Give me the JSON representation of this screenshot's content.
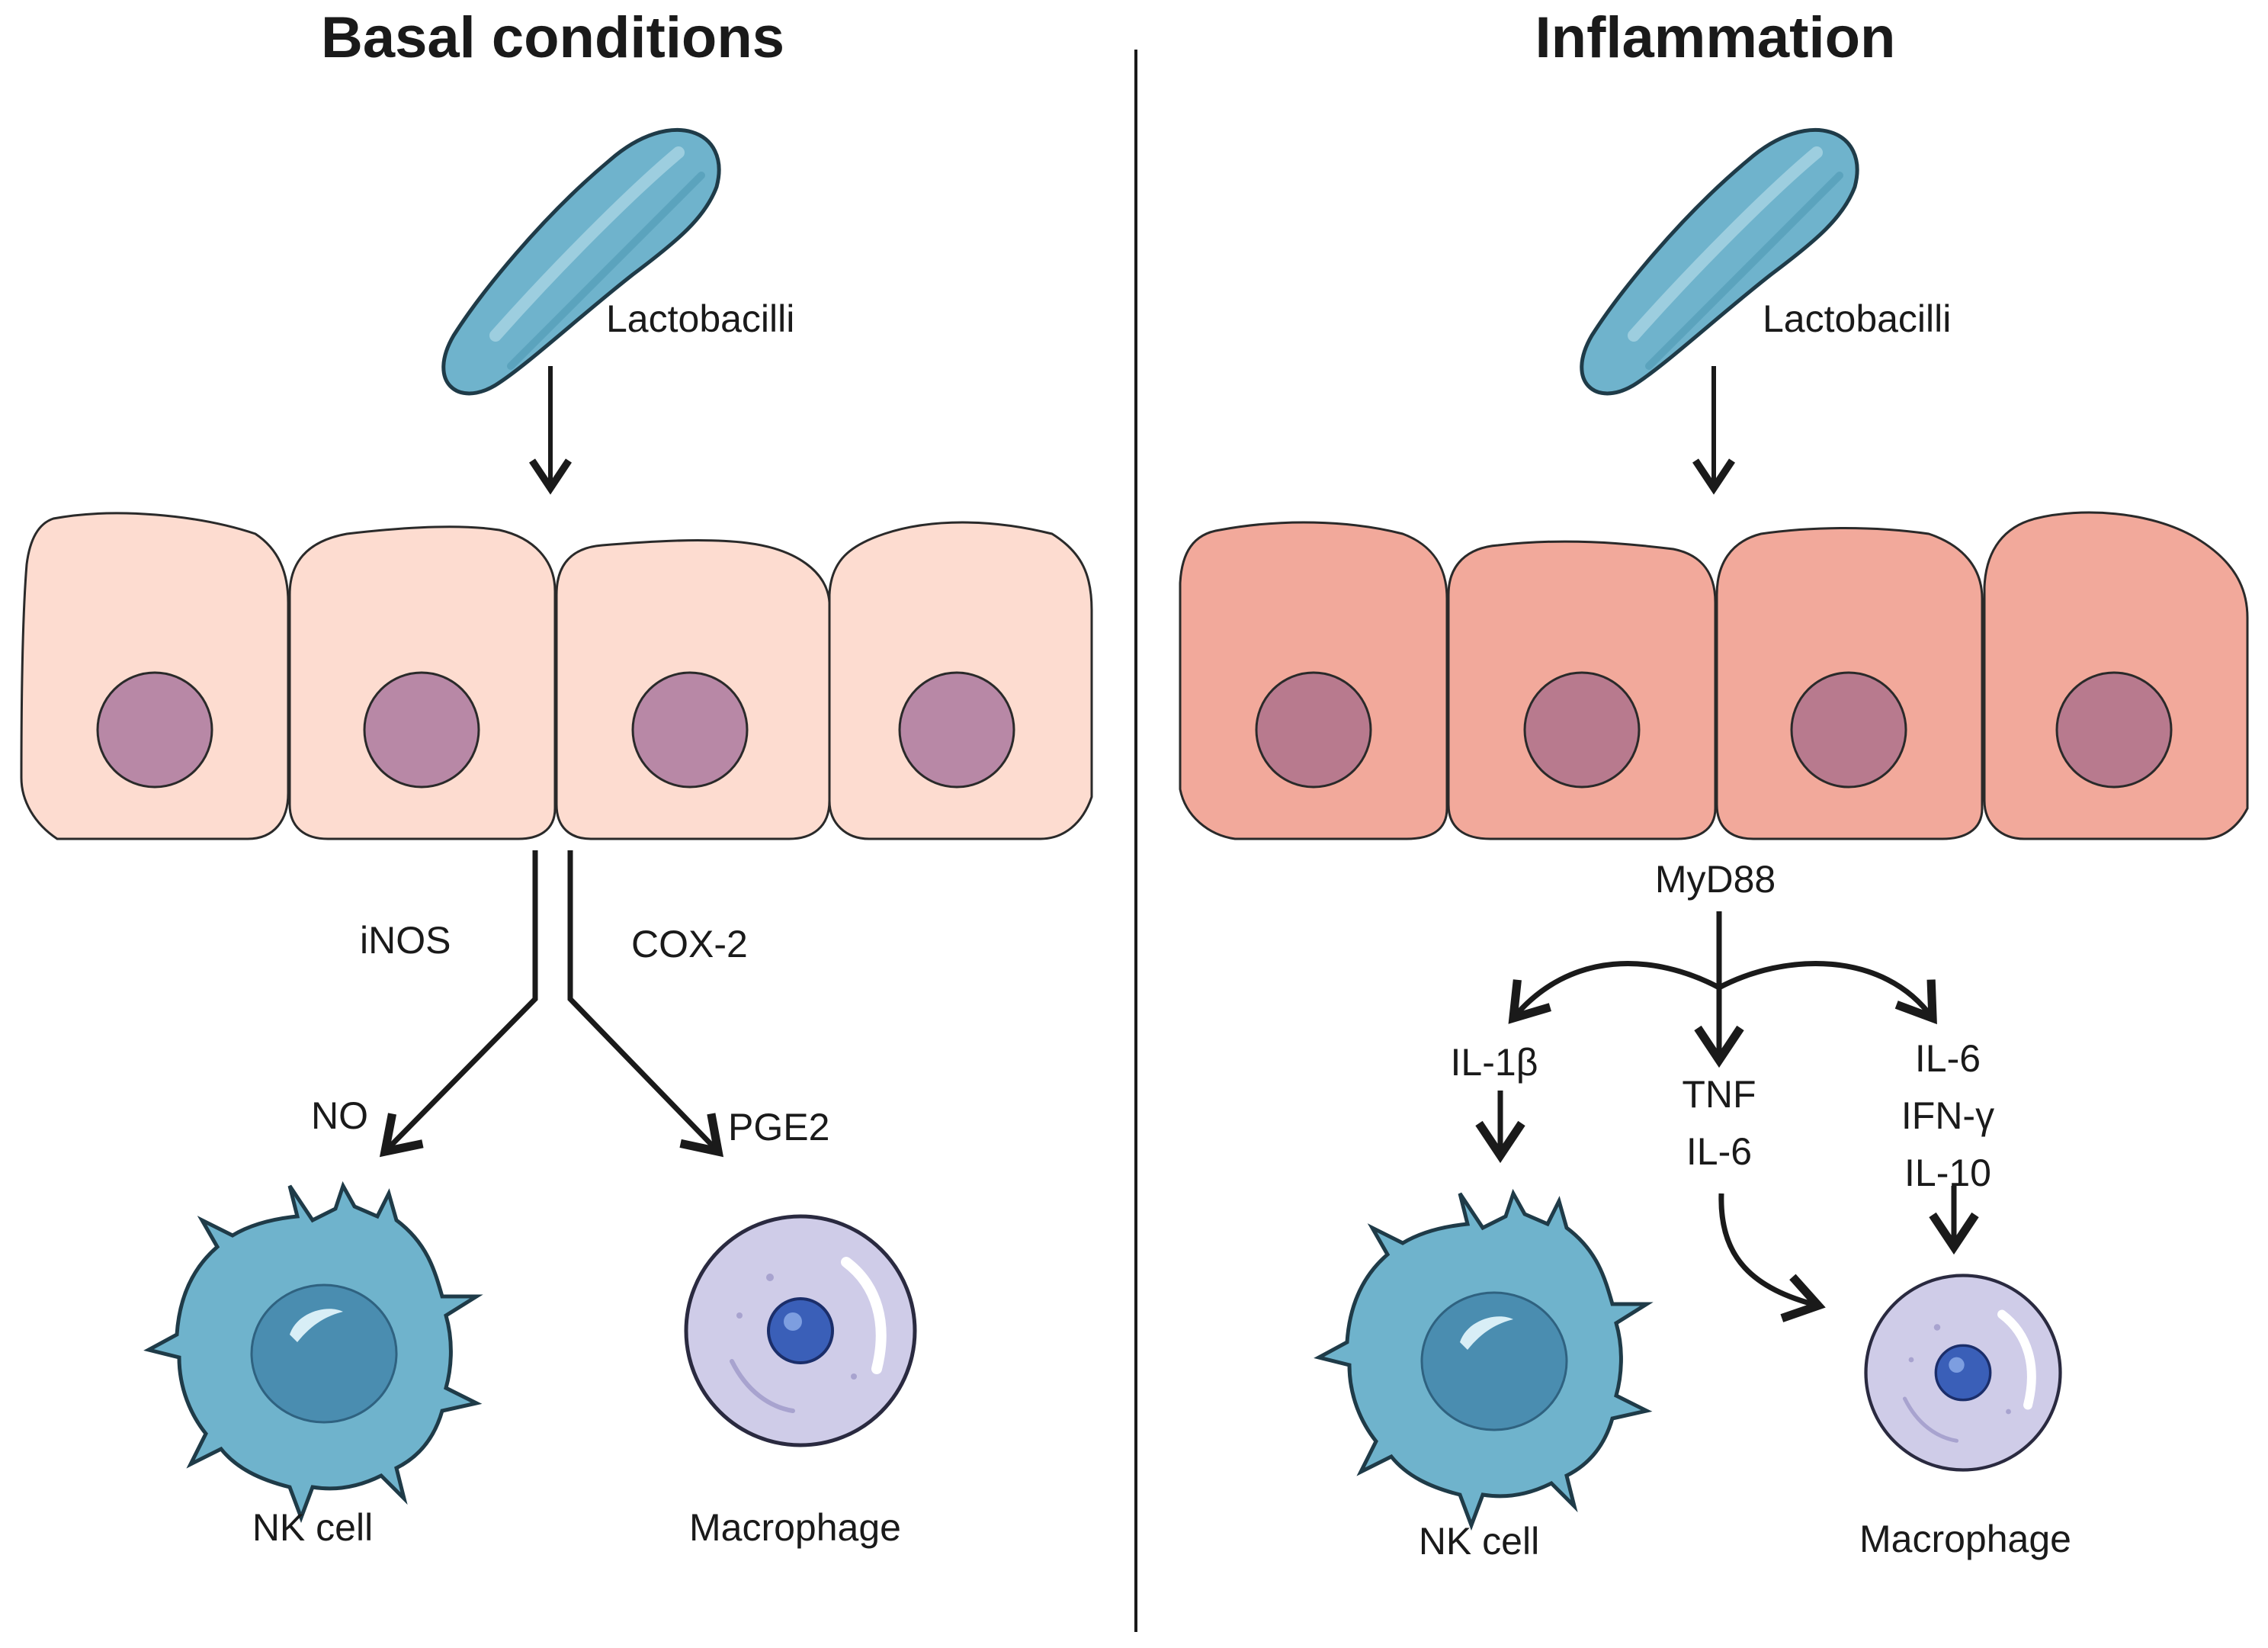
{
  "panels": {
    "basal": {
      "title": "Basal conditions",
      "bacteria_label": "Lactobacilli",
      "inos_label": "iNOS",
      "cox2_label": "COX-2",
      "no_label": "NO",
      "pge2_label": "PGE2",
      "nk_label": "NK cell",
      "macrophage_label": "Macrophage"
    },
    "inflammation": {
      "title": "Inflammation",
      "bacteria_label": "Lactobacilli",
      "myd88_label": "MyD88",
      "il1b_label": "IL-1β",
      "tnf_label": "TNF",
      "il6_mid_label": "IL-6",
      "il6_right_label": "IL-6",
      "ifng_label": "IFN-γ",
      "il10_label": "IL-10",
      "nk_label": "NK cell",
      "macrophage_label": "Macrophage"
    }
  },
  "colors": {
    "bacteria": "#6fb3cc",
    "basal_epithelium": "#fddcd0",
    "inflamed_epithelium": "#f2a99b",
    "nucleus": "#b888a6",
    "nk_cell": "#6fb3cc",
    "macrophage": "#cfcce8"
  }
}
